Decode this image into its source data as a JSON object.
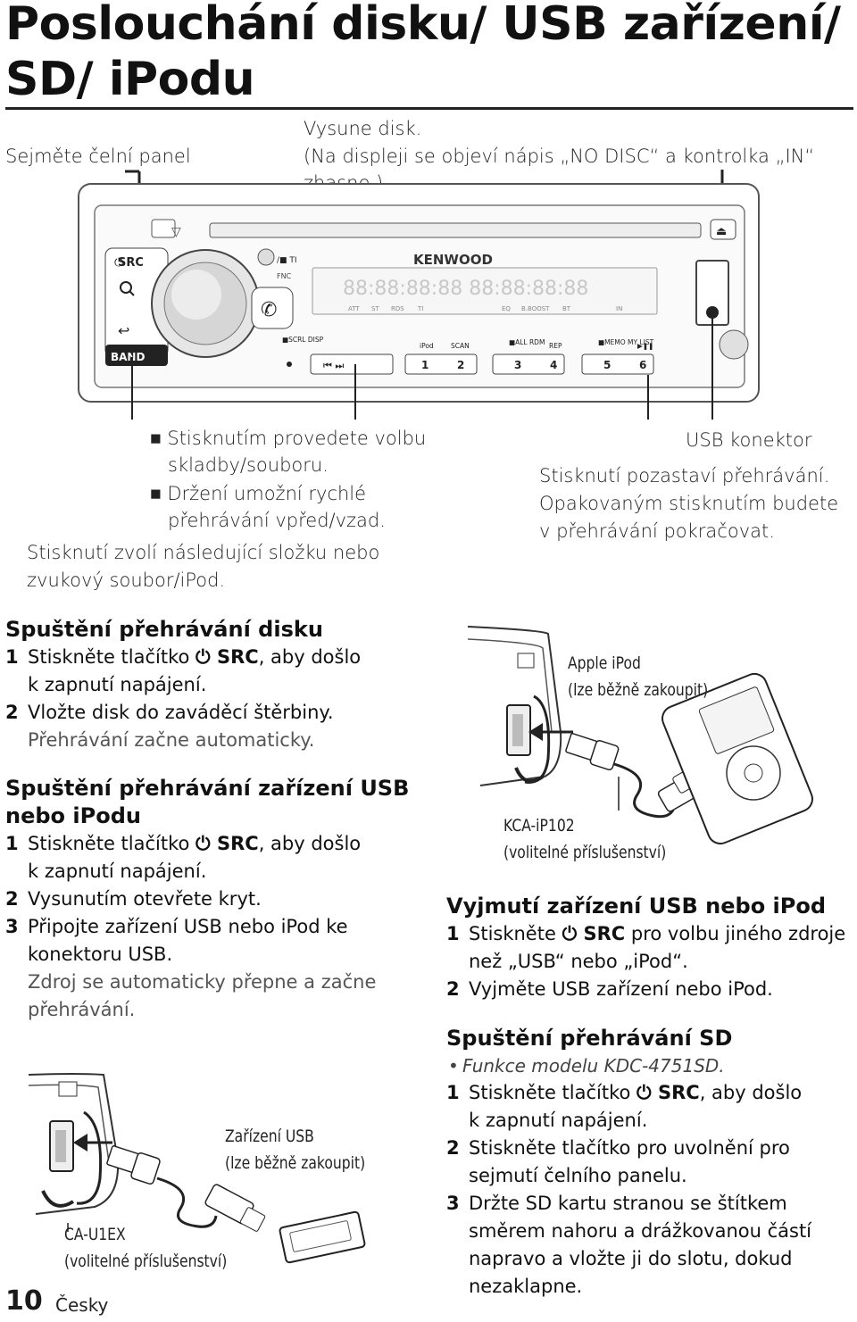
{
  "title": "Poslouchání disku/ USB zařízení/ SD/ iPodu",
  "captions": {
    "remove_panel": "Sejměte čelní panel",
    "eject_line1": "Vysune disk.",
    "eject_line2": "(Na displeji se objeví nápis „NO DISC“ a kontrolka „IN“ zhasne.)",
    "press_select_1": "■ Stisknutím provedete volbu",
    "press_select_2": "skladby/souboru.",
    "hold_ff_1": "■ Držení umožní rychlé",
    "hold_ff_2": "přehrávání vpřed/vzad.",
    "next_folder_1": "Stisknutí zvolí následující složku nebo",
    "next_folder_2": "zvukový soubor/iPod.",
    "usb_connector": "USB konektor",
    "pause_1": "Stisknutí pozastaví přehrávání.",
    "pause_2": "Opakovaným stisknutím budete",
    "pause_3": "v přehrávání pokračovat."
  },
  "panel": {
    "brand": "KENWOOD",
    "src": "SRC",
    "band": "BAND",
    "ti": "/■ TI",
    "fnc": "FNC",
    "indicators": [
      "ATT",
      "ST",
      "RDS",
      "TI",
      "EQ",
      "B.BOOST",
      "BT",
      "IN"
    ],
    "scrl_disp": "■SCRL DISP",
    "ipod": "iPod",
    "scan": "SCAN",
    "all_rdm": "■ALL RDM",
    "rep": "REP",
    "memo": "■MEMO MY LIST",
    "play_pause": "▶❚❚",
    "presets": [
      "1",
      "2",
      "3",
      "4",
      "5",
      "6"
    ],
    "seek": "⏮  ⏭"
  },
  "section_disc": {
    "heading": "Spuštění přehrávání disku",
    "steps": [
      {
        "n": "1",
        "pre": "Stiskněte tlačítko ",
        "bold": "⏻ SRC",
        "post": ", aby došlo",
        "line2": "k zapnutí napájení."
      },
      {
        "n": "2",
        "text": "Vložte disk do zaváděcí štěrbiny.",
        "note": "Přehrávání začne automaticky."
      }
    ]
  },
  "section_usb": {
    "heading_1": "Spuštění přehrávání zařízení USB",
    "heading_2": "nebo iPodu",
    "step1_pre": "Stiskněte tlačítko ",
    "step1_bold": "⏻ SRC",
    "step1_post": ", aby došlo",
    "step1_line2": "k zapnutí napájení.",
    "step2": "Vysunutím otevřete kryt.",
    "step3_1": "Připojte zařízení USB nebo iPod ke",
    "step3_2": "konektoru USB.",
    "note_1": "Zdroj se automaticky přepne a začne",
    "note_2": "přehrávání.",
    "nums": [
      "1",
      "2",
      "3"
    ]
  },
  "figure_ipod": {
    "label_1": "Apple iPod",
    "label_2": "(lze běžně zakoupit)",
    "cable_1": "KCA-iP102",
    "cable_2": "(volitelné příslušenství)"
  },
  "figure_usb": {
    "label_1": "Zařízení USB",
    "label_2": "(lze běžně zakoupit)",
    "cable_1": "CA-U1EX",
    "cable_2": "(volitelné příslušenství)"
  },
  "section_remove": {
    "heading": "Vyjmutí zařízení USB nebo iPod",
    "s1_pre": "Stiskněte ",
    "s1_bold": "⏻ SRC",
    "s1_post": " pro volbu jiného zdroje",
    "s1_line2": "než „USB“ nebo „iPod“.",
    "s2": "Vyjměte USB zařízení nebo iPod.",
    "nums": [
      "1",
      "2"
    ]
  },
  "section_sd": {
    "heading": "Spuštění přehrávání SD",
    "bullet": "Funkce modelu KDC-4751SD.",
    "s1_pre": "Stiskněte tlačítko ",
    "s1_bold": "⏻ SRC",
    "s1_post": ", aby došlo",
    "s1_line2": "k zapnutí napájení.",
    "s2_1": "Stiskněte tlačítko pro uvolnění pro",
    "s2_2": "sejmutí čelního panelu.",
    "s3_1": "Držte SD kartu stranou se štítkem",
    "s3_2": "směrem nahoru a drážkovanou částí",
    "s3_3": "napravo a vložte ji do slotu, dokud",
    "s3_4": "nezaklapne.",
    "nums": [
      "1",
      "2",
      "3"
    ]
  },
  "footer": {
    "page": "10",
    "language": "Česky"
  }
}
